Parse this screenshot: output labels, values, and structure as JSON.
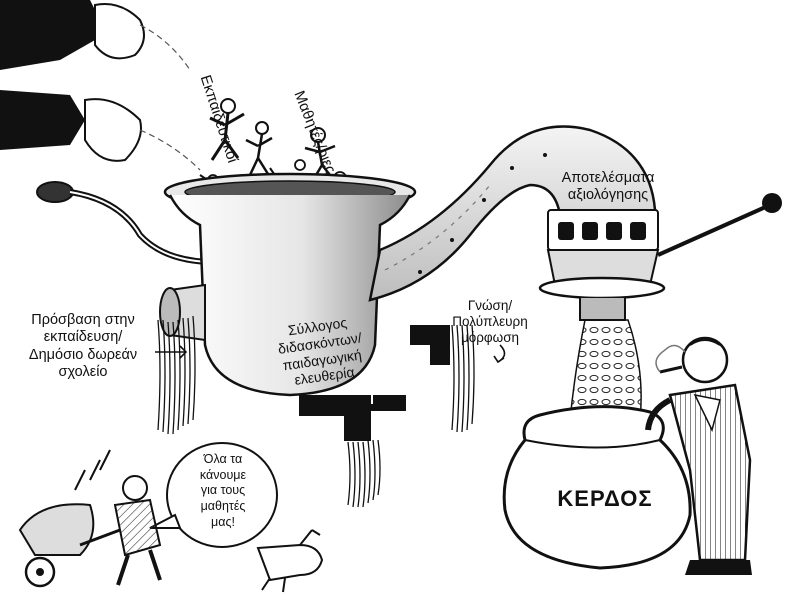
{
  "labels": {
    "access": "Πρόσβαση στην\nεκπαίδευση/\nΔημόσιο δωρεάν\nσχολείο",
    "assessment_results": "Αποτελέσματα\nαξιολόγησης",
    "knowledge": "Γνώση/\nΠολύπλευρη\nμόρφωση",
    "teachers_collective": "Σύλλογος\nδιδασκόντων/\nπαιδαγωγική\nελευθερία",
    "teachers_figures": "Εκπαιδευτικοί",
    "students_figures": "Μαθητές/ριες",
    "speech_bubble": "Όλα τα\nκάνουμε\nγια τους\nμαθητές\nμας!",
    "profit_sack": "ΚΕΡΔΟΣ"
  },
  "colors": {
    "ink": "#111111",
    "paper": "#ffffff",
    "metal": "#d9d9d9",
    "shade": "#9a9a9a"
  },
  "icons": [
    "hands-icon",
    "crank-handle-icon",
    "meat-grinder-icon",
    "pipe-icon",
    "lever-icon",
    "money-sack-icon",
    "wheelbarrow-icon",
    "bird-icon"
  ]
}
